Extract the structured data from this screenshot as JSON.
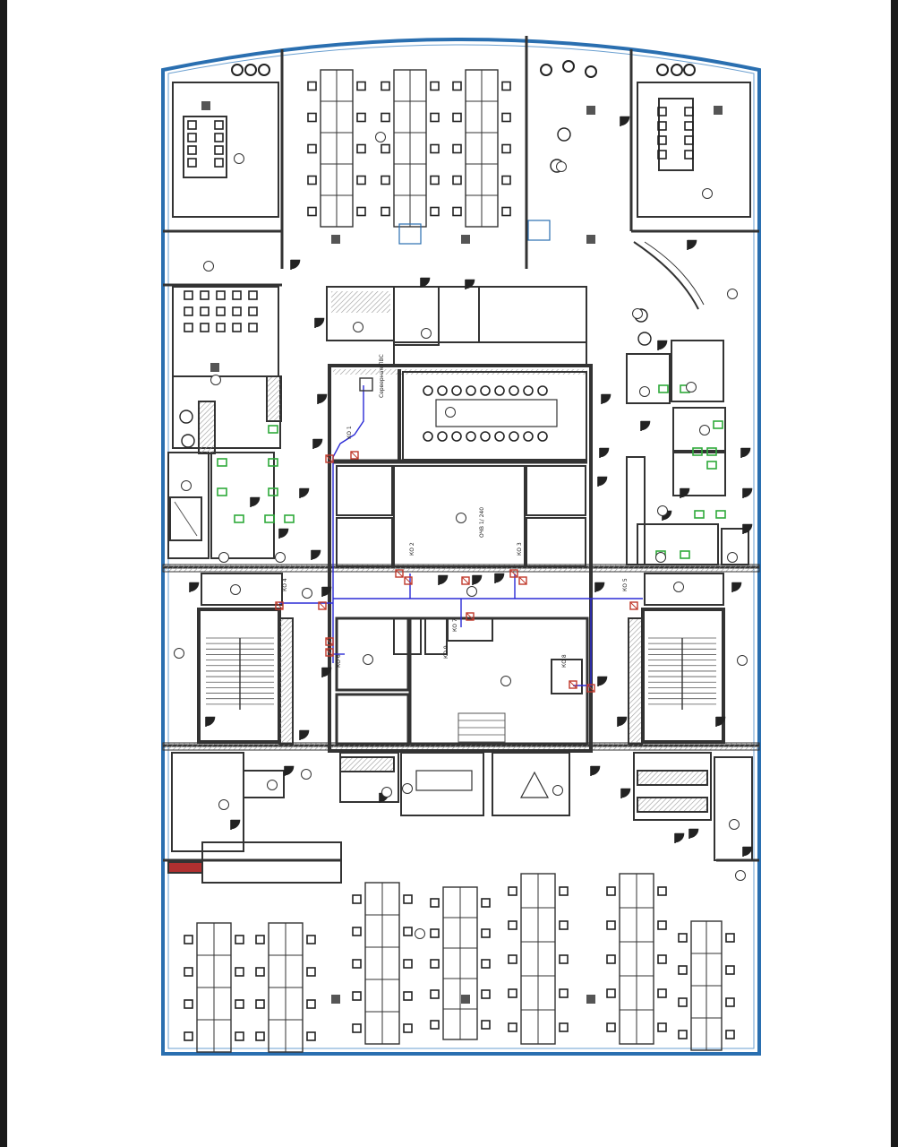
{
  "colors": {
    "outer_wall": "#2a6fb0",
    "wall": "#333333",
    "hatch": "#888888",
    "duct": "#2b2bd6",
    "valve": "#c0392b",
    "fixture_green": "#2eaa3a",
    "furniture": "#444444"
  },
  "core": {
    "room_label_vertical": "Серверная ЛВС",
    "shaft_label": "ОЧВ 1/ 240"
  },
  "valves": [
    "КО 1",
    "КО 2",
    "КО 3",
    "КО 4",
    "КО 5",
    "КО 6",
    "КО 7",
    "КО 8",
    "КО 9"
  ],
  "icons": {
    "door_swing": "door-swing-icon",
    "chair": "chair-icon",
    "room_tag": "room-tag-icon"
  }
}
